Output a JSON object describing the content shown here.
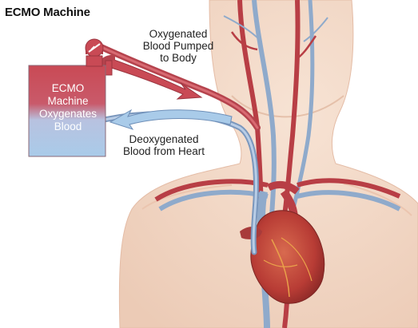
{
  "title": "ECMO Machine",
  "machine": {
    "label_lines": [
      "ECMO",
      "Machine",
      "Oxygenates",
      "Blood"
    ],
    "oxygenated_color": "#c94a55",
    "deoxygenated_color": "#a9cbe9"
  },
  "callouts": {
    "oxygenated": [
      "Oxygenated",
      "Blood Pumped",
      "to Body"
    ],
    "deoxygenated": [
      "Deoxygenated",
      "Blood from Heart"
    ]
  },
  "colors": {
    "skin": "#f4dccb",
    "artery": "#c0454c",
    "vein": "#8fa8c8",
    "heart": "#c0473d"
  }
}
